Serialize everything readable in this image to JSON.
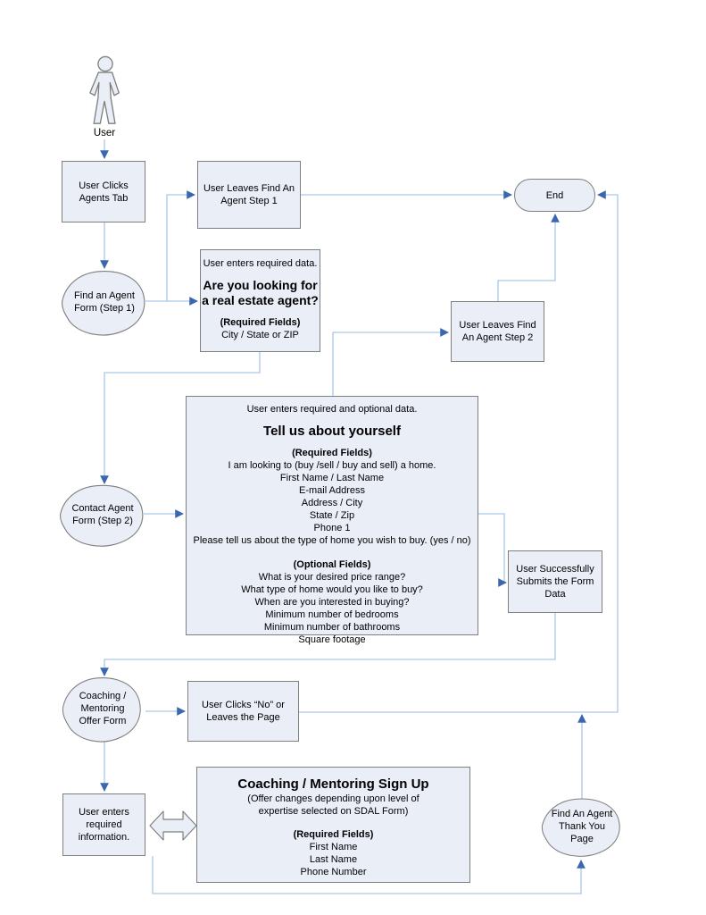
{
  "colors": {
    "shape_fill": "#E9EEF7",
    "shape_border": "#7F7F7F",
    "connector_line": "#A9C6E8",
    "connector_arrow": "#3A67AE"
  },
  "actor": {
    "label": "User"
  },
  "nodes": {
    "clicks_agents_tab": {
      "label": "User Clicks Agents Tab"
    },
    "leaves_step1": {
      "label": "User Leaves Find An Agent Step 1"
    },
    "end": {
      "label": "End"
    },
    "find_agent_form": {
      "label": "Find an Agent Form (Step 1)"
    },
    "step1_data_box": {
      "intro": "User enters required data.",
      "heading": "Are you looking for a real estate agent?",
      "required_label": "(Required Fields)",
      "required_field": "City / State or ZIP"
    },
    "leaves_step2": {
      "label": "User Leaves Find An Agent Step 2"
    },
    "contact_agent_form": {
      "label": "Contact Agent Form (Step 2)"
    },
    "step2_data_box": {
      "intro": "User enters required and optional data.",
      "heading": "Tell us about yourself",
      "required_label": "(Required Fields)",
      "required_items": [
        "I am looking to (buy /sell / buy and sell) a home.",
        "First Name / Last Name",
        "E-mail Address",
        "Address / City",
        "State / Zip",
        "Phone 1",
        "Please tell us about the type of home you wish to buy. (yes / no)"
      ],
      "optional_label": "(Optional Fields)",
      "optional_items": [
        "What is your desired price range?",
        "What type of home would you like to buy?",
        "When are you interested in buying?",
        "Minimum number of bedrooms",
        "Minimum number of bathrooms",
        "Square footage"
      ]
    },
    "submits_form": {
      "label": "User Successfully Submits the Form Data"
    },
    "coaching_offer_form": {
      "label": "Coaching / Mentoring Offer Form"
    },
    "clicks_no": {
      "label": "User Clicks “No” or Leaves the Page"
    },
    "enters_info": {
      "label": "User enters required information."
    },
    "signup_box": {
      "heading": "Coaching / Mentoring Sign Up",
      "subheading_line1": "(Offer changes depending upon level of",
      "subheading_line2": "expertise selected on SDAL Form)",
      "required_label": "(Required Fields)",
      "required_items": [
        "First Name",
        "Last Name",
        "Phone Number"
      ]
    },
    "thank_you": {
      "label": "Find An Agent Thank You Page"
    }
  }
}
